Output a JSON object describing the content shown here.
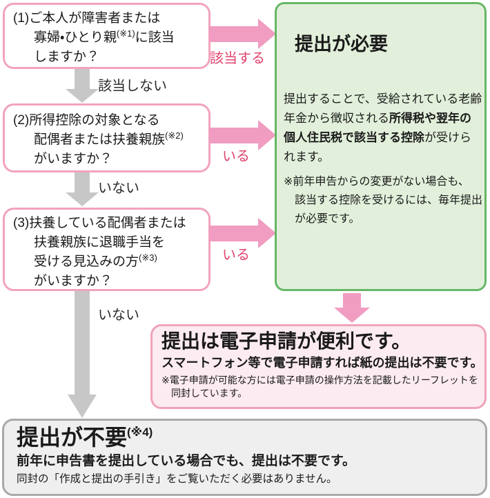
{
  "colors": {
    "pink-arrow": "#F19CC1",
    "pink-border": "#F2A3BC",
    "red-label": "#E0436D",
    "green-border": "#66B766",
    "green-fill": "#E2F0DB",
    "pinkbox-border": "#F0A3B8",
    "pinkbox-fill": "#FCEBF1",
    "gray-border": "#A9A9A9",
    "gray-fill": "#EFEFEF",
    "gray-arrow": "#C7C7C7",
    "text": "#1A1A1A"
  },
  "flow": {
    "q1": {
      "lines": [
        [
          {
            "t": "(1)ご本人が障害者または"
          }
        ],
        [
          {
            "t": "寡婦・ひとり親"
          },
          {
            "sup": "(※1)"
          },
          {
            "t": "に該当"
          }
        ],
        [
          {
            "t": "しますか？"
          }
        ]
      ],
      "yes_label": "該当する",
      "no_label": "該当しない"
    },
    "q2": {
      "lines": [
        [
          {
            "t": "(2)所得控除の対象となる"
          }
        ],
        [
          {
            "t": "配偶者または扶養親族"
          },
          {
            "sup": "(※2)"
          }
        ],
        [
          {
            "t": "がいますか？"
          }
        ]
      ],
      "yes_label": "いる",
      "no_label": "いない"
    },
    "q3": {
      "lines": [
        [
          {
            "t": "(3)扶養している配偶者または"
          }
        ],
        [
          {
            "t": "扶養親族に退職手当を"
          }
        ],
        [
          {
            "t": "受ける見込みの方"
          },
          {
            "sup": "(※3)"
          }
        ],
        [
          {
            "t": "がいますか？"
          }
        ]
      ],
      "yes_label": "いる",
      "no_label": "いない"
    }
  },
  "required_box": {
    "title": "提出が必要",
    "body_lines": [
      [
        {
          "t": "提出することで、受給されている老齢"
        }
      ],
      [
        {
          "t": "年金から徴収される"
        },
        {
          "b": "所得税や翌年の"
        }
      ],
      [
        {
          "b": "個人住民税で該当する控除"
        },
        {
          "t": "が受けら"
        }
      ],
      [
        {
          "t": "れます。"
        }
      ]
    ],
    "note_lines": [
      "※前年申告からの変更がない場合も、",
      "該当する控除を受けるには、毎年提出",
      "が必要です。"
    ]
  },
  "eapply_box": {
    "title": "提出は電子申請が便利です。",
    "subtitle": "スマートフォン等で電子申請すれば紙の提出は不要です。",
    "note_lines": [
      "※電子申請が可能な方には電子申請の操作方法を記載したリーフレットを",
      "同封しています。"
    ]
  },
  "notneeded_box": {
    "title_segs": [
      {
        "t": "提出が不要"
      },
      {
        "sup": "(※4)"
      }
    ],
    "subtitle": "前年に申告書を提出している場合でも、提出は不要です。",
    "note": "同封の「作成と提出の手引き」をご覧いただく必要はありません。"
  }
}
